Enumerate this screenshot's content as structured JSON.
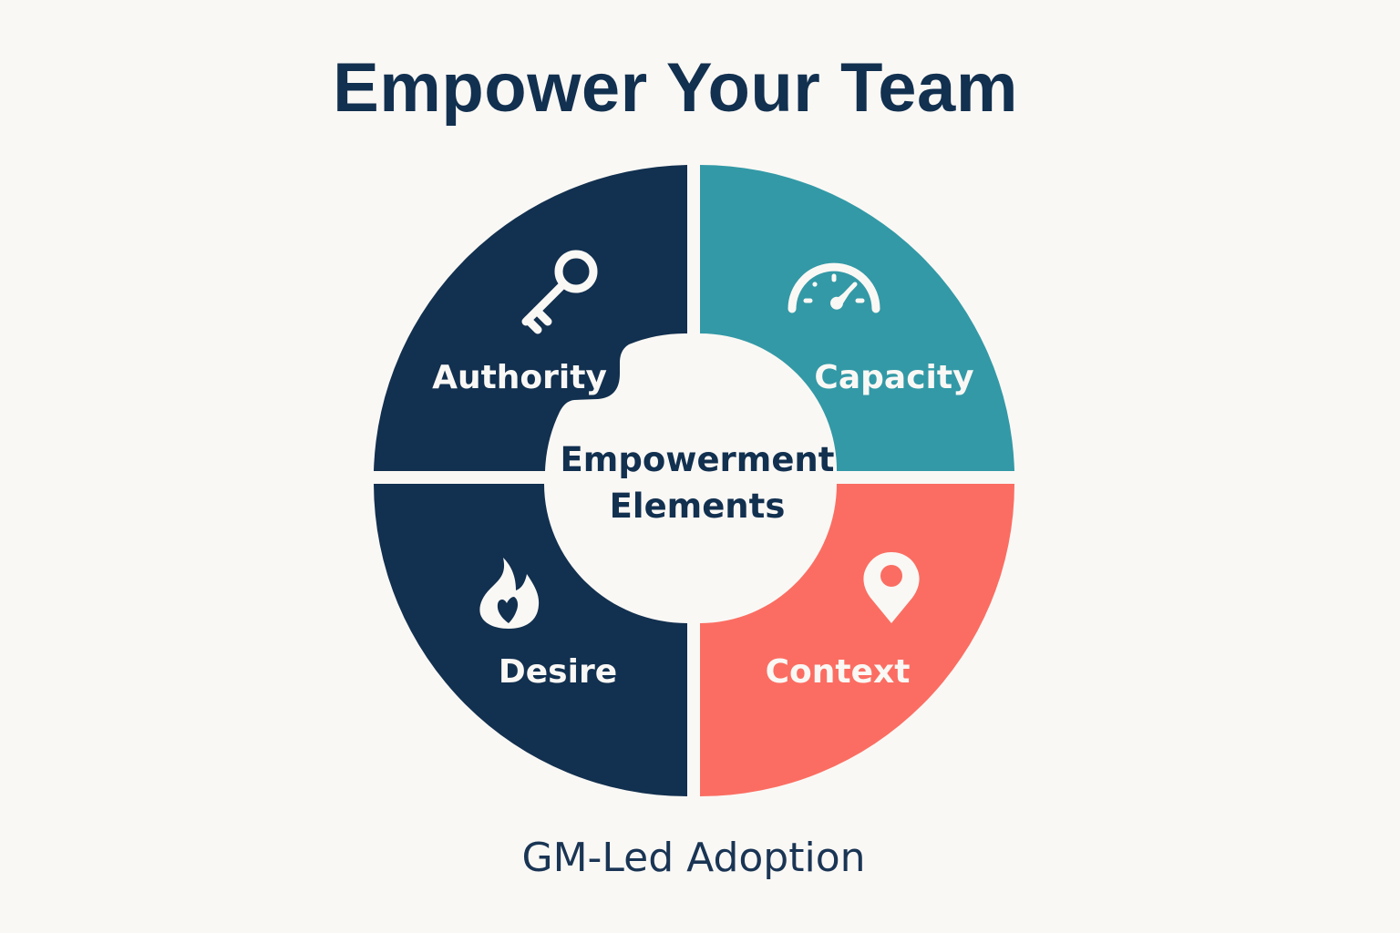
{
  "title": "Empower Your Team",
  "subtitle": "GM-Led Adoption",
  "center": {
    "line1": "Empowerment",
    "line2": "Elements"
  },
  "segments": [
    {
      "label": "Authority",
      "icon": "key-icon",
      "color": "#12304F",
      "position": "top-left"
    },
    {
      "label": "Capacity",
      "icon": "gauge-icon",
      "color": "#3399A6",
      "position": "top-right"
    },
    {
      "label": "Desire",
      "icon": "flame-heart-icon",
      "color": "#12304F",
      "position": "bottom-left"
    },
    {
      "label": "Context",
      "icon": "location-pin-icon",
      "color": "#FB6D62",
      "position": "bottom-right"
    }
  ],
  "colors": {
    "background": "#FAF8F5",
    "navy": "#12304F",
    "teal": "#3399A6",
    "coral": "#FB6D62",
    "text_light": "#FAF8F5"
  }
}
